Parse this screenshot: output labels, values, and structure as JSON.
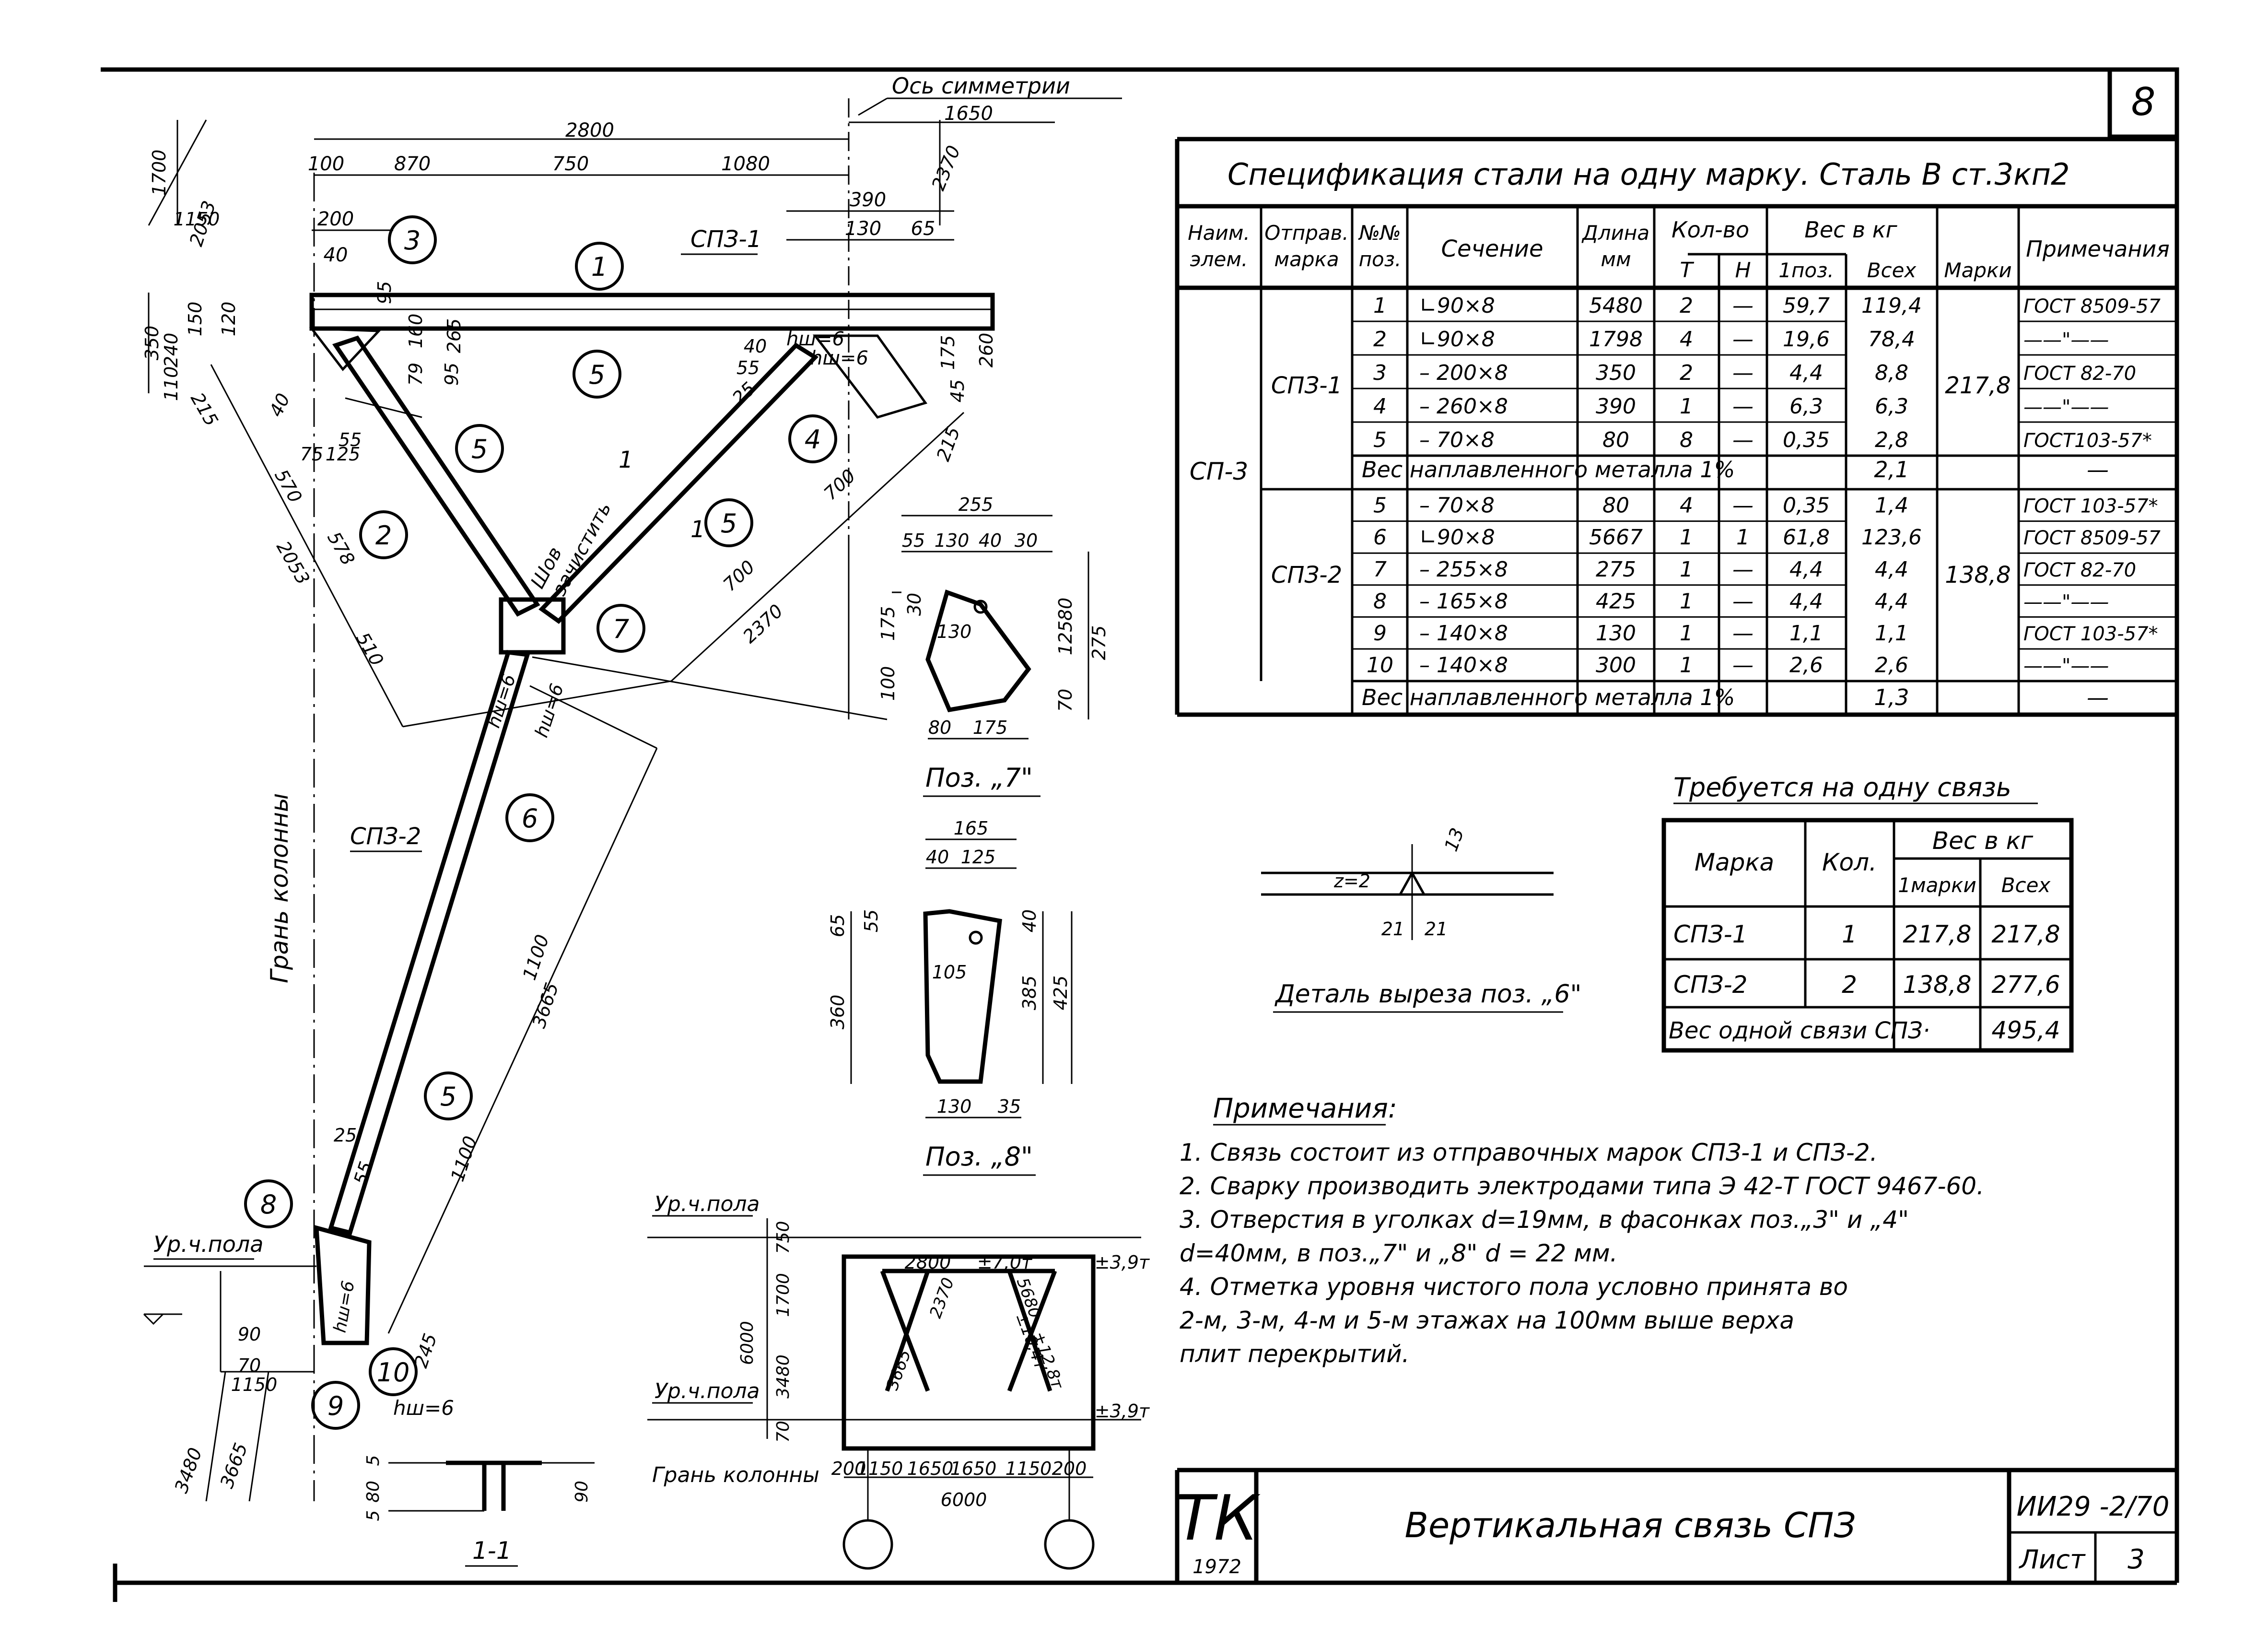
{
  "sheet": {
    "number": "8",
    "code": "ИИ29 -2/70",
    "sheet_label": "Лист",
    "sheet_no": "3",
    "title": "Вертикальная   связь  СПЗ",
    "logo": "ТК",
    "year": "1972"
  },
  "spec": {
    "title": "Спецификация  стали  на одну  марку.  Сталь В ст.3кп2",
    "headers": {
      "elem": [
        "Наим.",
        "элем."
      ],
      "mark": [
        "Отправ.",
        "марка"
      ],
      "pos": [
        "№№",
        "поз."
      ],
      "section": "Сечение",
      "length": [
        "Длина",
        "мм"
      ],
      "qty": "Кол-во",
      "qty_t": "Т",
      "qty_n": "Н",
      "weight": "Вес в кг",
      "w1": "1поз.",
      "wall": "Всех",
      "wmark": "Марки",
      "note": "Примечания"
    },
    "element": "СП-3",
    "groups": [
      {
        "mark": "СПЗ-1",
        "mark_weight": "217,8",
        "rows": [
          {
            "pos": "1",
            "section": "∟90×8",
            "length": "5480",
            "t": "2",
            "n": "—",
            "w1": "59,7",
            "wall": "119,4",
            "note": "ГОСТ 8509-57"
          },
          {
            "pos": "2",
            "section": "∟90×8",
            "length": "1798",
            "t": "4",
            "n": "—",
            "w1": "19,6",
            "wall": "78,4",
            "note": "——\"——"
          },
          {
            "pos": "3",
            "section": "– 200×8",
            "length": "350",
            "t": "2",
            "n": "—",
            "w1": "4,4",
            "wall": "8,8",
            "note": "ГОСТ 82-70"
          },
          {
            "pos": "4",
            "section": "– 260×8",
            "length": "390",
            "t": "1",
            "n": "—",
            "w1": "6,3",
            "wall": "6,3",
            "note": "——\"——"
          },
          {
            "pos": "5",
            "section": "– 70×8",
            "length": "80",
            "t": "8",
            "n": "—",
            "w1": "0,35",
            "wall": "2,8",
            "note": "ГОСТ103-57*"
          }
        ],
        "weld_label": "Вес  наплавленного  металла  1%",
        "weld_value": "2,1",
        "weld_note": "—"
      },
      {
        "mark": "СПЗ-2",
        "mark_weight": "138,8",
        "rows": [
          {
            "pos": "5",
            "section": "– 70×8",
            "length": "80",
            "t": "4",
            "n": "—",
            "w1": "0,35",
            "wall": "1,4",
            "note": "ГОСТ 103-57*"
          },
          {
            "pos": "6",
            "section": "∟90×8",
            "length": "5667",
            "t": "1",
            "n": "1",
            "w1": "61,8",
            "wall": "123,6",
            "note": "ГОСТ 8509-57"
          },
          {
            "pos": "7",
            "section": "– 255×8",
            "length": "275",
            "t": "1",
            "n": "—",
            "w1": "4,4",
            "wall": "4,4",
            "note": "ГОСТ 82-70"
          },
          {
            "pos": "8",
            "section": "– 165×8",
            "length": "425",
            "t": "1",
            "n": "—",
            "w1": "4,4",
            "wall": "4,4",
            "note": "——\"——"
          },
          {
            "pos": "9",
            "section": "– 140×8",
            "length": "130",
            "t": "1",
            "n": "—",
            "w1": "1,1",
            "wall": "1,1",
            "note": "ГОСТ 103-57*"
          },
          {
            "pos": "10",
            "section": "– 140×8",
            "length": "300",
            "t": "1",
            "n": "—",
            "w1": "2,6",
            "wall": "2,6",
            "note": "——\"——"
          }
        ],
        "weld_label": "Вес  наплавленного  металла  1%",
        "weld_value": "1,3",
        "weld_note": "—"
      }
    ]
  },
  "required": {
    "title": "Требуется  на  одну  связь",
    "h_mark": "Марка",
    "h_qty": "Кол.",
    "h_weight": "Вес в кг",
    "h_w1": "1марки",
    "h_wall": "Всех",
    "rows": [
      {
        "mark": "СПЗ-1",
        "qty": "1",
        "w1": "217,8",
        "wall": "217,8"
      },
      {
        "mark": "СПЗ-2",
        "qty": "2",
        "w1": "138,8",
        "wall": "277,6"
      }
    ],
    "total_label": "Вес одной связи СПЗ·",
    "total_value": "495,4"
  },
  "notes": {
    "title": "Примечания:",
    "items": [
      "1.  Связь состоит из отправочных  марок СПЗ-1 и СПЗ-2.",
      "2.  Сварку производить электродами типа Э 42-Т ГОСТ 9467-60.",
      "3.  Отверстия в уголках  d=19мм, в фасонках поз.„3\" и „4\"",
      "     d=40мм,  в поз.„7\" и „8\"  d = 22 мм.",
      "4.  Отметка уровня чистого пола  условно принята  во",
      "     2-м, 3-м, 4-м и 5-м  этажах  на 100мм выше верха",
      "     плит перекрытий."
    ]
  },
  "drawing": {
    "axis_symmetry": "Ось симметрии",
    "column_face": "Грань колонны",
    "column_face2": "Грань колонны",
    "weld_clean": [
      "Шов",
      "зачистить"
    ],
    "floor_level": "Ур.ч.пола",
    "marks": {
      "sp1": "СПЗ-1",
      "sp2": "СПЗ-2"
    },
    "hw": "hш=6",
    "section_label": "1-1",
    "section_arrow": "1",
    "balloons": [
      "1",
      "2",
      "3",
      "4",
      "5",
      "5",
      "5",
      "5",
      "6",
      "7",
      "8",
      "9",
      "10"
    ],
    "dims_top": [
      "2800",
      "100",
      "870",
      "750",
      "1080",
      "1650",
      "390",
      "130",
      "65",
      "200",
      "40"
    ],
    "dims_left": [
      "1700",
      "2053",
      "1150",
      "350",
      "110",
      "240",
      "150",
      "120",
      "215",
      "570",
      "578",
      "510",
      "40",
      "55",
      "75",
      "125"
    ],
    "dims_diag": [
      "700",
      "700",
      "2370",
      "2053",
      "2370",
      "3665",
      "1100",
      "1100",
      "245",
      "25",
      "55",
      "25",
      "40",
      "95",
      "160",
      "265",
      "79",
      "95",
      "175",
      "215",
      "260",
      "45",
      "55"
    ],
    "dims_bottom_left": [
      "90",
      "70",
      "1150",
      "3480",
      "3665"
    ],
    "pos7": {
      "label": "Поз. „7\"",
      "dims": [
        "255",
        "55",
        "130",
        "40",
        "30",
        "30",
        "175",
        "130",
        "125",
        "80",
        "275",
        "100",
        "70",
        "80",
        "175"
      ]
    },
    "pos8": {
      "label": "Поз. „8\"",
      "dims": [
        "165",
        "40",
        "125",
        "55",
        "65",
        "40",
        "105",
        "360",
        "385",
        "425",
        "130",
        "35"
      ]
    },
    "cut6": {
      "label": "Деталь выреза поз. „6\"",
      "dims": [
        "z=2",
        "13",
        "21",
        "21"
      ]
    },
    "section11_dims": [
      "5",
      "80",
      "5",
      "90"
    ],
    "scheme": {
      "dims_h": [
        "2800",
        "200",
        "1150",
        "1650",
        "1650",
        "1150",
        "200",
        "6000"
      ],
      "levels": [
        "±7,0т",
        "±3,9т",
        "±3,9т"
      ],
      "dims_v": [
        "750",
        "1700",
        "3480",
        "70",
        "6000"
      ],
      "diag": [
        "2370",
        "5680",
        "3665",
        "±10,4т",
        "±12,8т"
      ]
    }
  }
}
